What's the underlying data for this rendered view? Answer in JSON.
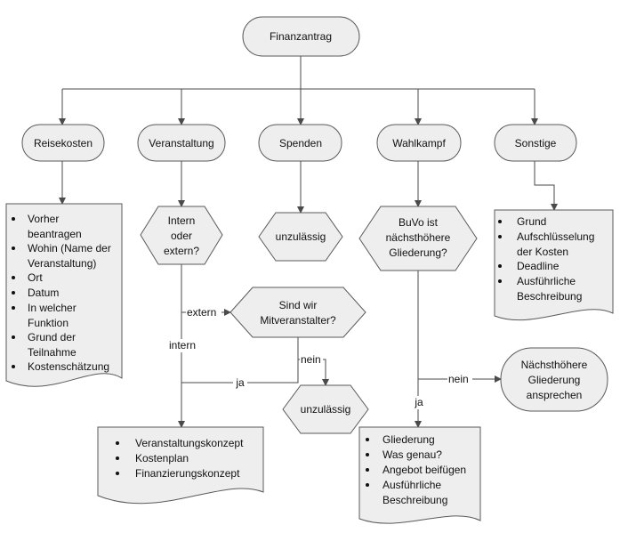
{
  "root": "Finanzantrag",
  "categories": {
    "reisekosten": "Reisekosten",
    "veranstaltung": "Veranstaltung",
    "spenden": "Spenden",
    "wahlkampf": "Wahlkampf",
    "sonstige": "Sonstige"
  },
  "reisekosten_doc": [
    "Vorher",
    "beantragen",
    "Wohin (Name der",
    "Veranstaltung)",
    "Ort",
    "Datum",
    "In welcher",
    "Funktion",
    "Grund der",
    "Teilnahme",
    "Kostenschätzung"
  ],
  "decision_intern_extern": [
    "Intern",
    "oder",
    "extern?"
  ],
  "spenden_decision": "unzulässig",
  "decision_mitveranstalter": [
    "Sind wir",
    "Mitveranstalter?"
  ],
  "mitveranstalter_no_decision": "unzulässig",
  "veranstaltung_doc": [
    "Veranstaltungskonzept",
    "Kostenplan",
    "Finanzierungskonzept"
  ],
  "decision_buvo": [
    "BuVo ist",
    "nächsthöhere",
    "Gliederung?"
  ],
  "terminal_naechsthoehere": [
    "Nächsthöhere",
    "Gliederung",
    "ansprechen"
  ],
  "wahlkampf_doc": [
    "Gliederung",
    "Was genau?",
    "Angebot beifügen",
    "Ausführliche",
    "Beschreibung"
  ],
  "sonstige_doc": [
    "Grund",
    "Aufschlüsselung",
    "der Kosten",
    "Deadline",
    "Ausführliche",
    "Beschreibung"
  ],
  "edge_labels": {
    "extern": "extern",
    "intern": "intern",
    "ja_left": "ja",
    "nein_left": "nein",
    "nein_right": "nein",
    "ja_right": "ja"
  }
}
